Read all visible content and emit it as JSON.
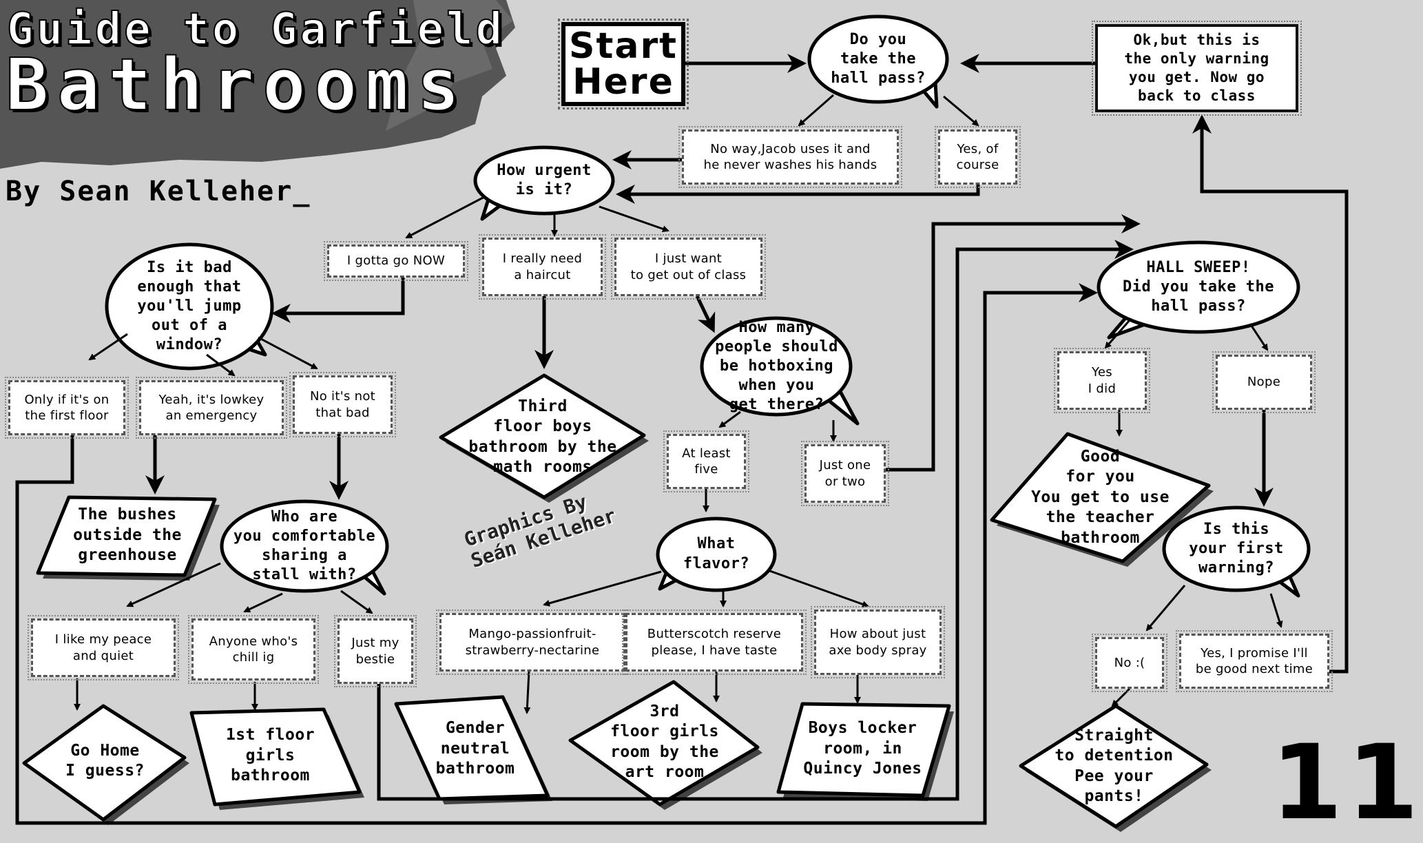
{
  "title": {
    "line1": "Guide to Garfield",
    "line2": "Bathrooms"
  },
  "byline": "By Sean Kelleher_",
  "graphics_credit": {
    "line1": "Graphics By",
    "line2": "Seán Kelleher"
  },
  "page_number": "11",
  "start": "Start\nHere",
  "questions": {
    "hall_pass": "Do you\ntake the\nhall pass?",
    "urgency": "How urgent\nis it?",
    "window": "Is it bad\nenough that\nyou'll jump\nout of a\nwindow?",
    "stall": "Who are\nyou comfortable\nsharing a\nstall with?",
    "hotbox": "How many\npeople should\nbe hotboxing\nwhen you\nget there?",
    "flavor": "What\nflavor?",
    "hall_sweep": "HALL SWEEP!\nDid you take the\nhall pass?",
    "first_warning": "Is this\nyour first\nwarning?"
  },
  "answers": {
    "no_way": "No way,Jacob uses it and\nhe never washes his hands",
    "yes_course": "Yes, of\ncourse",
    "gotta_go": "I gotta go NOW",
    "haircut": "I really need\na haircut",
    "get_out": "I just want\nto get out of class",
    "first_floor": "Only if it's on\nthe first floor",
    "lowkey": "Yeah, it's lowkey\nan emergency",
    "not_bad": "No it's not\nthat bad",
    "peace": "I like my peace\nand quiet",
    "chill": "Anyone who's\nchill ig",
    "bestie": "Just my\nbestie",
    "at_least": "At least\nfive",
    "one_two": "Just one\nor two",
    "mango": "Mango-passionfruit-\nstrawberry-nectarine",
    "butterscotch": "Butterscotch reserve\nplease, I have taste",
    "axe": "How about just\naxe body spray",
    "yes_did": "Yes\nI did",
    "nope": "Nope",
    "no_sad": "No :(",
    "promise": "Yes, I promise I'll\nbe good next time"
  },
  "destinations": {
    "third_boys": "Third\nfloor boys\nbathroom by the\nmath rooms",
    "bushes": "The bushes\noutside the\ngreenhouse",
    "go_home": "Go Home\nI guess?",
    "first_floor_girls": "1st floor\ngirls\nbathroom",
    "gender_neutral": "Gender\nneutral\nbathroom",
    "third_girls": "3rd\nfloor girls\nroom by the\nart room",
    "boys_locker": "Boys locker\nroom, in\nQuincy Jones",
    "teacher": "Good\nfor you\nYou get to use\nthe teacher\nbathroom",
    "detention": "Straight\nto detention\nPee your\npants!",
    "warning_back": "Ok,but this is\nthe only warning\nyou get. Now go\nback to class"
  }
}
